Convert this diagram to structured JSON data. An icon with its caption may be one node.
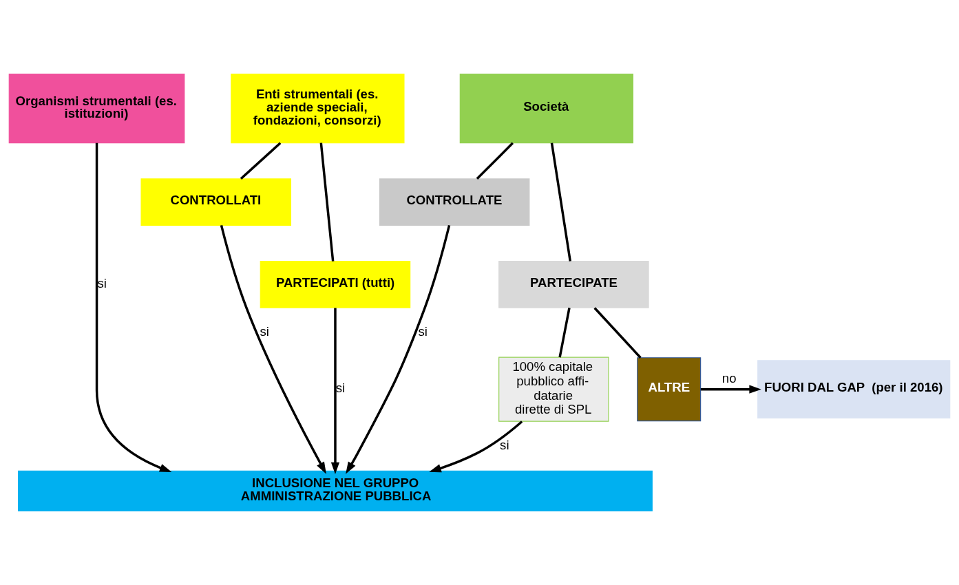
{
  "diagram": {
    "nodes": [
      {
        "text": [
          "Organismi strumentali (es. istituzioni)"
        ]
      },
      {
        "text": [
          "Enti strumentali (es. aziende speciali, fondazioni, consorzi)"
        ]
      },
      {
        "text": [
          "Società"
        ]
      },
      {
        "text": [
          "CONTROLLATI"
        ]
      },
      {
        "text": [
          "CONTROLLATE"
        ]
      },
      {
        "text": [
          "PARTECIPATI (tutti)"
        ]
      },
      {
        "text": [
          "PARTECIPATE"
        ]
      },
      {
        "text": [
          "100% capitale pubblico affi- datarie dirette di SPL"
        ]
      },
      {
        "text": [
          "ALTRE"
        ]
      },
      {
        "text": [
          "FUORI DAL GAP  (per il 2016)"
        ]
      },
      {
        "text": [
          "INCLUSIONE NEL GRUPPO AMMINISTRAZIONE PUBBLICA"
        ]
      }
    ],
    "edges": [
      {
        "from": 0,
        "to": 10,
        "arrow": "to",
        "label": "si"
      },
      {
        "from": 1,
        "to": 3,
        "arrow": "none"
      },
      {
        "from": 3,
        "to": 10,
        "arrow": "to",
        "label": "si"
      },
      {
        "from": 1,
        "to": 5,
        "arrow": "none"
      },
      {
        "from": 5,
        "to": 10,
        "arrow": "to",
        "label": "si"
      },
      {
        "from": 2,
        "to": 4,
        "arrow": "none"
      },
      {
        "from": 4,
        "to": 10,
        "arrow": "to",
        "label": "si"
      },
      {
        "from": 2,
        "to": 6,
        "arrow": "none"
      },
      {
        "from": 6,
        "to": 8,
        "arrow": "none"
      },
      {
        "from": 6,
        "to": 7,
        "arrow": "none"
      },
      {
        "from": 7,
        "to": 10,
        "arrow": "to",
        "label": "si"
      },
      {
        "from": 8,
        "to": 9,
        "arrow": "to",
        "label": "no"
      }
    ]
  }
}
